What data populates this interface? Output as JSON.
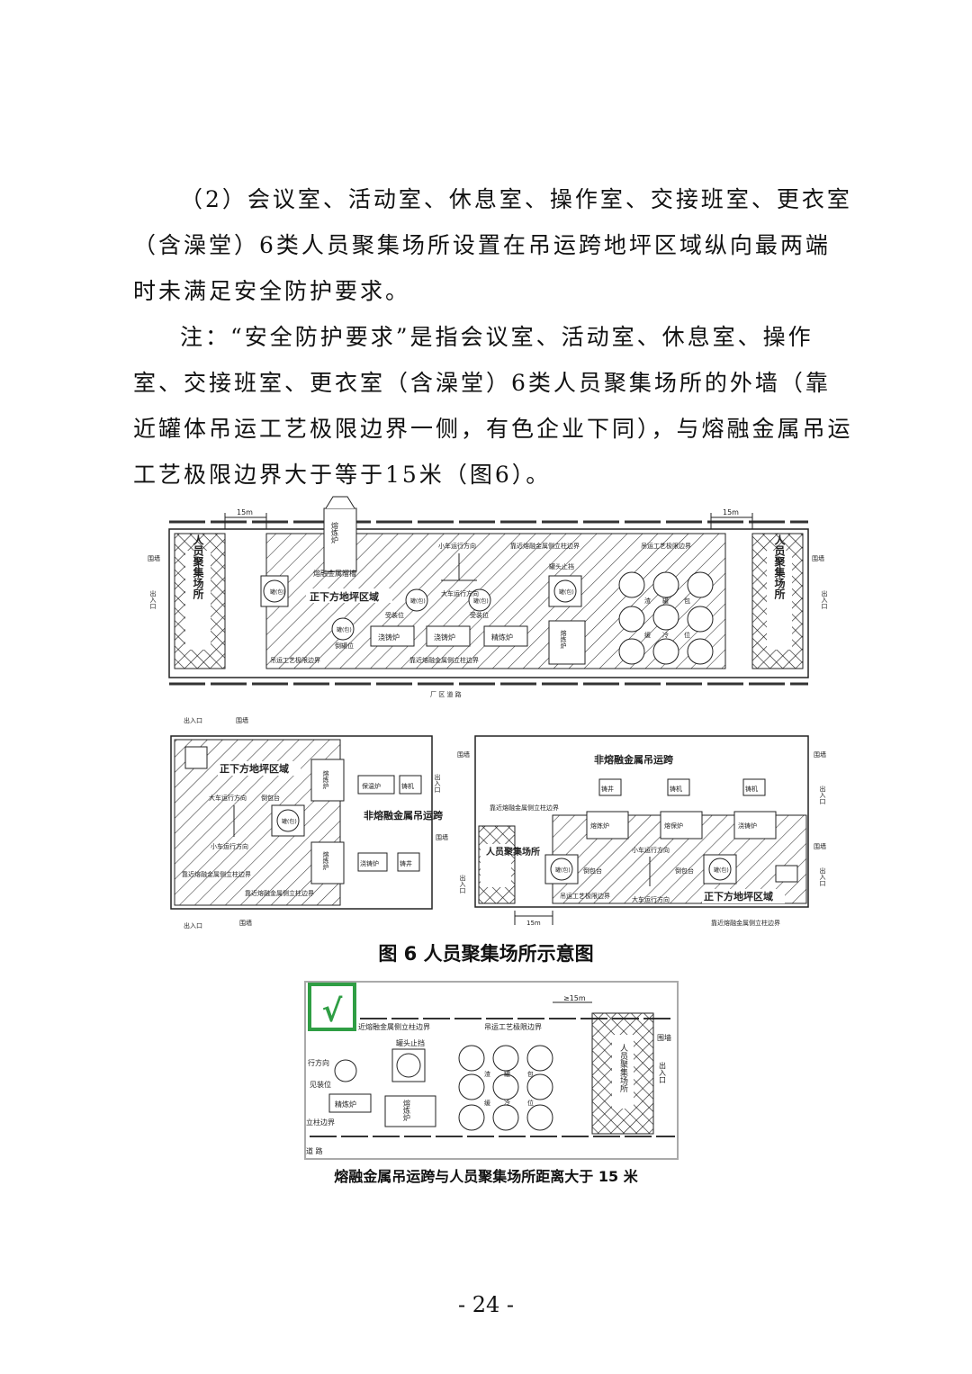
{
  "paragraphs": {
    "p1": "（2）会议室、活动室、休息室、操作室、交接班室、更衣室（含澡堂）6类人员聚集场所设置在吊运跨地坪区域纵向最两端时未满足安全防护要求。",
    "p2": "注：“安全防护要求”是指会议室、活动室、休息室、操作室、交接班室、更衣室（含澡堂）6类人员聚集场所的外墙（靠近罐体吊运工艺极限边界一侧，有色企业下同），与熔融金属吊运工艺极限边界大于等于15米（图6）。"
  },
  "figure6": {
    "caption": "图 6 人员聚集场所示意图",
    "top": {
      "dim_left": "15m",
      "dim_right": "15m",
      "furnace": "熔炼炉",
      "chute": "熔融金属溜槽",
      "trolley_dir": "小车运行方向",
      "crane_dir": "大车运行方向",
      "column_boundary_top": "靠近熔融金属侧立柱边界",
      "column_boundary_bottom": "靠近熔融金属侧立柱边界",
      "hoist_boundary_top": "吊运工艺极限边界",
      "hoist_boundary_bottom": "吊运工艺极限边界",
      "tank_stop": "罐头止挡",
      "below_area": "正下方地坪区域",
      "ladle": "罐(包)",
      "receive_pos": "受装位",
      "dump_pos": "倒罐位",
      "casting_furnace": "浇铸炉",
      "refining_furnace": "精炼炉",
      "smelt_furnace_v": "熔炼炉",
      "hot_ladle_1": "渣",
      "hot_ladle_2": "罐",
      "hot_ladle_3": "包",
      "cool_1": "缓",
      "cool_2": "冷",
      "cool_3": "位",
      "wall_left": "围墙",
      "wall_right": "围墙",
      "exit_left": "出入口",
      "exit_right": "出入口",
      "gathering_left": "人员聚集场所",
      "gathering_right": "人员聚集场所",
      "road": "厂 区 道 路"
    },
    "bl": {
      "exit_top": "出入口",
      "wall_top": "围墙",
      "below_area": "正下方地坪区域",
      "crane_dir": "大车运行方向",
      "trolley_dir": "小车运行方向",
      "smelt1": "熔炼炉",
      "smelt2": "熔炼炉",
      "holding": "保温炉",
      "caster": "铸机",
      "tilt": "倒包台",
      "ladle": "罐(包)",
      "nonmolten": "非熔融金属吊运跨",
      "casting": "浇铸炉",
      "well": "铸井",
      "exit_right": "出入口",
      "wall_right": "围墙",
      "col1": "靠近熔融金属侧立柱边界",
      "col2": "靠近熔融金属侧立柱边界",
      "exit_bottom": "出入口",
      "wall_bottom": "围墙"
    },
    "br": {
      "title": "非熔融金属吊运跨",
      "well": "铸井",
      "caster1": "铸机",
      "caster2": "铸机",
      "col_top": "靠近熔融金属侧立柱边界",
      "smelt": "熔炼炉",
      "holding": "熔保炉",
      "casting": "浇铸炉",
      "gathering": "人员聚集场所",
      "trolley_dir": "小车运行方向",
      "tilt1": "倒包台",
      "tilt2": "倒包台",
      "ladle": "罐(包)",
      "hoist": "吊运工艺极限边界",
      "crane_dir": "大车运行方向",
      "below_area": "正下方地坪区域",
      "dim": "15m",
      "col_bottom": "靠近熔融金属侧立柱边界",
      "wall_l": "围墙",
      "exit_l": "出入口",
      "wall_r1": "围墙",
      "exit_r1": "出入口",
      "wall_r2": "围墙",
      "exit_r2": "出入口"
    }
  },
  "inset": {
    "check": "√",
    "dim": "≥15m",
    "column_boundary": "近熔融金属侧立柱边界",
    "hoist_boundary": "吊运工艺极限边界",
    "tank_stop": "罐头止挡",
    "dir": "行方向",
    "receive_pos": "见装位",
    "refining": "精炼炉",
    "smelt": "熔炼炉",
    "col_bottom": "立柱边界",
    "road": "道 路",
    "hot_1": "渣",
    "hot_2": "罐",
    "hot_3": "包",
    "cool_1": "缓",
    "cool_2": "冷",
    "cool_3": "位",
    "gathering": "人员聚集场所",
    "wall": "围墙",
    "exit": "出入口",
    "caption": "熔融金属吊运跨与人员聚集场所距离大于 15 米"
  },
  "page_number": "- 24 -",
  "colors": {
    "check_green": "#2f9e44",
    "text": "#111111"
  }
}
